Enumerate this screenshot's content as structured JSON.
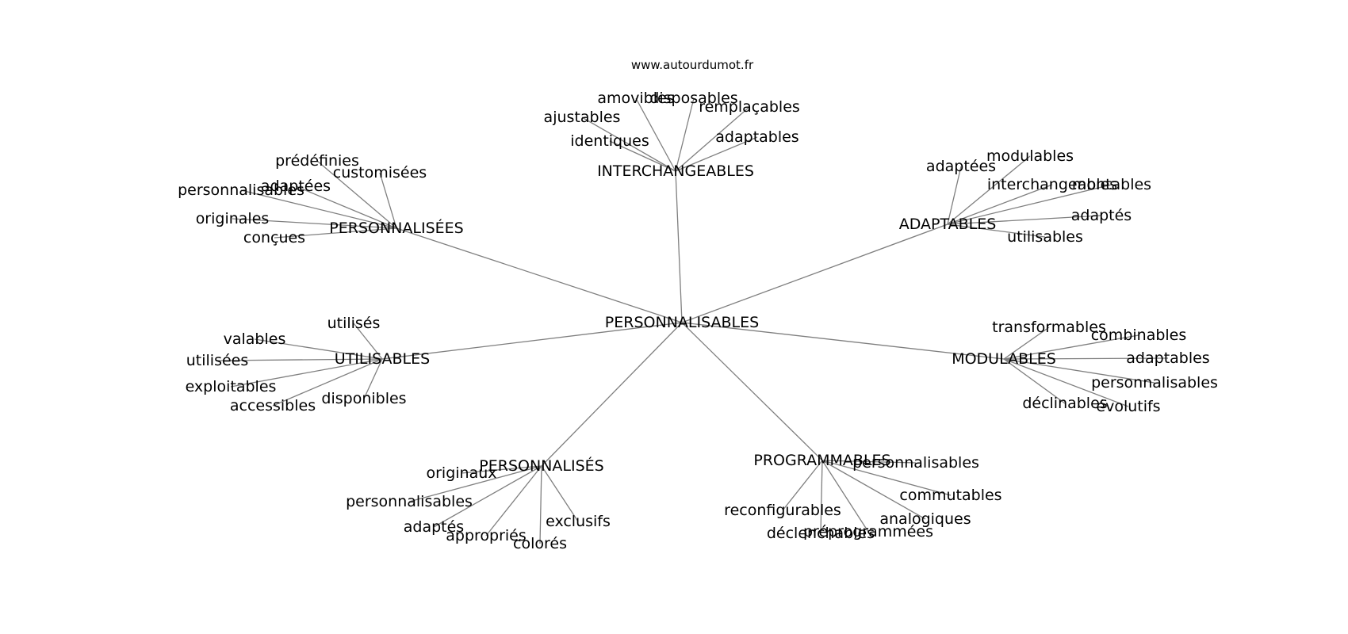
{
  "site_label": "www.autourdumot.fr",
  "edge_color": "#7f7f7f",
  "graph": {
    "root": "PERSONNALISABLES",
    "groups": [
      {
        "name": "INTERCHANGEABLES",
        "leaves": [
          "amovibles",
          "disposables",
          "remplaçables",
          "ajustables",
          "identiques",
          "adaptables"
        ]
      },
      {
        "name": "PERSONNALISÉES",
        "leaves": [
          "prédéfinies",
          "customisées",
          "adaptées",
          "personnalisables",
          "originales",
          "conçues"
        ]
      },
      {
        "name": "ADAPTABLES",
        "leaves": [
          "adaptées",
          "modulables",
          "interchangeables",
          "montables",
          "adaptés",
          "utilisables"
        ]
      },
      {
        "name": "UTILISABLES",
        "leaves": [
          "utilisés",
          "valables",
          "utilisées",
          "exploitables",
          "accessibles",
          "disponibles"
        ]
      },
      {
        "name": "MODULABLES",
        "leaves": [
          "transformables",
          "combinables",
          "adaptables",
          "personnalisables",
          "déclinables",
          "évolutifs"
        ]
      },
      {
        "name": "PERSONNALISÉS",
        "leaves": [
          "originaux",
          "personnalisables",
          "adaptés",
          "appropriés",
          "colorés",
          "exclusifs"
        ]
      },
      {
        "name": "PROGRAMMABLES",
        "leaves": [
          "personnalisables",
          "commutables",
          "analogiques",
          "préprogrammées",
          "déclenchables",
          "reconfigurables"
        ]
      }
    ]
  }
}
